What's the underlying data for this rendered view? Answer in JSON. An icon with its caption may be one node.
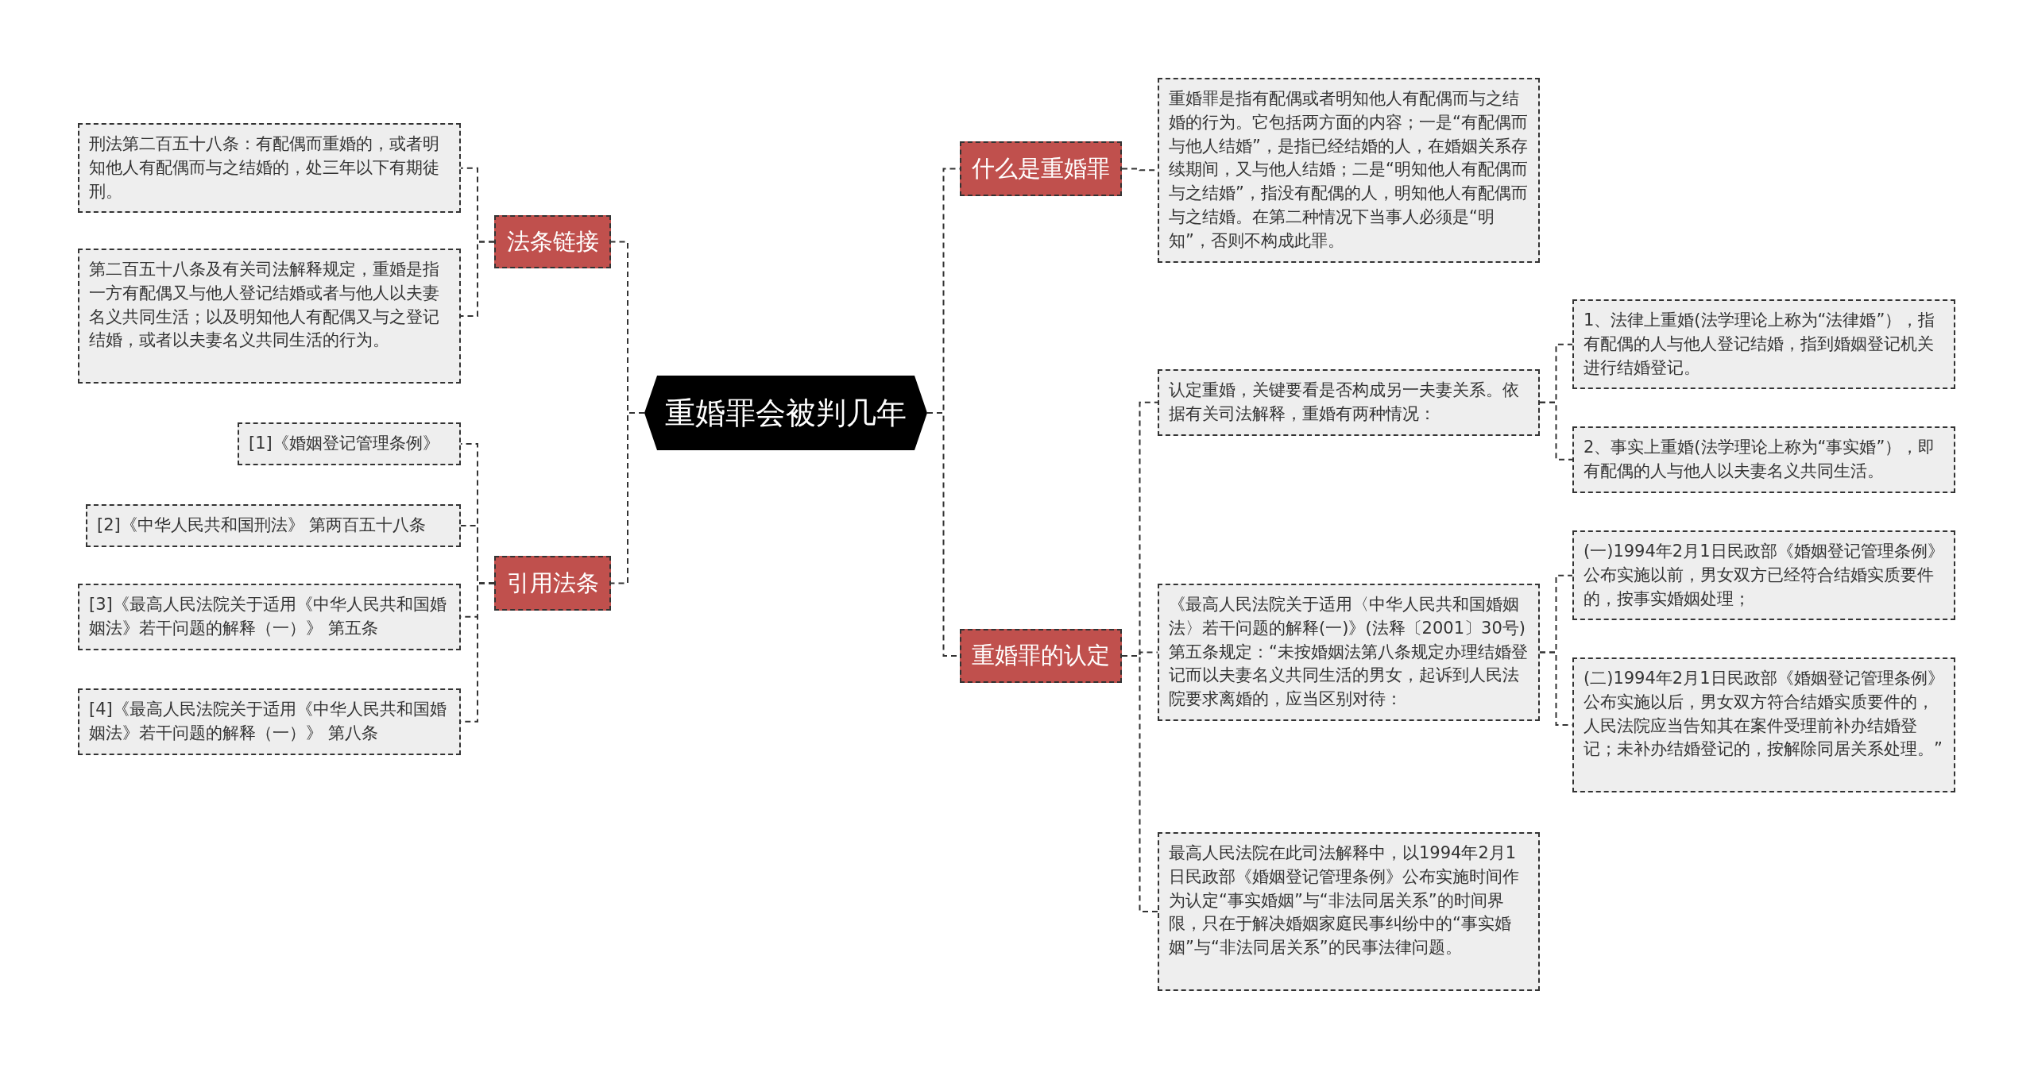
{
  "diagram": {
    "nodes": [
      {
        "text": [
          "重婚罪会被判几年"
        ]
      },
      {
        "text": [
          "法条链接"
        ]
      },
      {
        "text": [
          "刑法第二百五十八条：有配偶而重婚的，或者明知他人有配偶而与之结婚的，处三年以下有期徒刑。"
        ]
      },
      {
        "text": [
          "第二百五十八条及有关司法解释规定，重婚是指一方有配偶又与他人登记结婚或者与他人以夫妻名义共同生活；以及明知他人有配偶又与之登记结婚，或者以夫妻名义共同生活的行为。"
        ]
      },
      {
        "text": [
          "引用法条"
        ]
      },
      {
        "text": [
          "[1]《婚姻登记管理条例》"
        ]
      },
      {
        "text": [
          "[2]《中华人民共和国刑法》 第两百五十八条"
        ]
      },
      {
        "text": [
          "[3]《最高人民法院关于适用《中华人民共和国婚姻法》若干问题的解释（一）》 第五条"
        ]
      },
      {
        "text": [
          "[4]《最高人民法院关于适用《中华人民共和国婚姻法》若干问题的解释（一）》 第八条"
        ]
      },
      {
        "text": [
          "什么是重婚罪"
        ]
      },
      {
        "text": [
          "重婚罪是指有配偶或者明知他人有配偶而与之结婚的行为。它包括两方面的内容；一是“有配偶而与他人结婚”，是指已经结婚的人，在婚姻关系存续期间，又与他人结婚；二是“明知他人有配偶而与之结婚”，指没有配偶的人，明知他人有配偶而与之结婚。在第二种情况下当事人必须是“明知”，否则不构成此罪。"
        ]
      },
      {
        "text": [
          "重婚罪的认定"
        ]
      },
      {
        "text": [
          "认定重婚，关键要看是否构成另一夫妻关系。依据有关司法解释，重婚有两种情况："
        ]
      },
      {
        "text": [
          "1、法律上重婚(法学理论上称为“法律婚”），指有配偶的人与他人登记结婚，指到婚姻登记机关进行结婚登记。"
        ]
      },
      {
        "text": [
          "2、事实上重婚(法学理论上称为“事实婚”），即有配偶的人与他人以夫妻名义共同生活。"
        ]
      },
      {
        "text": [
          "《最高人民法院关于适用〈中华人民共和国婚姻法〉若干问题的解释(一)》(法释〔2001〕30号)第五条规定：“未按婚姻法第八条规定办理结婚登记而以夫妻名义共同生活的男女，起诉到人民法院要求离婚的，应当区别对待："
        ]
      },
      {
        "text": [
          "(一)1994年2月1日民政部《婚姻登记管理条例》公布实施以前，男女双方已经符合结婚实质要件的，按事实婚姻处理；"
        ]
      },
      {
        "text": [
          "(二)1994年2月1日民政部《婚姻登记管理条例》公布实施以后，男女双方符合结婚实质要件的，人民法院应当告知其在案件受理前补办结婚登记；未补办结婚登记的，按解除同居关系处理。”"
        ]
      },
      {
        "text": [
          "最高人民法院在此司法解释中，以1994年2月1日民政部《婚姻登记管理条例》公布实施时间作为认定“事实婚姻”与“非法同居关系”的时间界限，只在于解决婚姻家庭民事纠纷中的“事实婚姻”与“非法同居关系”的民事法律问题。"
        ]
      }
    ],
    "edges": [
      {
        "from": 0,
        "to": 1,
        "arrow": "none"
      },
      {
        "from": 1,
        "to": 2,
        "arrow": "none"
      },
      {
        "from": 1,
        "to": 3,
        "arrow": "none"
      },
      {
        "from": 0,
        "to": 4,
        "arrow": "none"
      },
      {
        "from": 4,
        "to": 5,
        "arrow": "none"
      },
      {
        "from": 4,
        "to": 6,
        "arrow": "none"
      },
      {
        "from": 4,
        "to": 7,
        "arrow": "none"
      },
      {
        "from": 4,
        "to": 8,
        "arrow": "none"
      },
      {
        "from": 0,
        "to": 9,
        "arrow": "none"
      },
      {
        "from": 9,
        "to": 10,
        "arrow": "none"
      },
      {
        "from": 0,
        "to": 11,
        "arrow": "none"
      },
      {
        "from": 11,
        "to": 12,
        "arrow": "none"
      },
      {
        "from": 12,
        "to": 13,
        "arrow": "none"
      },
      {
        "from": 12,
        "to": 14,
        "arrow": "none"
      },
      {
        "from": 11,
        "to": 15,
        "arrow": "none"
      },
      {
        "from": 15,
        "to": 16,
        "arrow": "none"
      },
      {
        "from": 15,
        "to": 17,
        "arrow": "none"
      },
      {
        "from": 11,
        "to": 18,
        "arrow": "none"
      }
    ]
  }
}
